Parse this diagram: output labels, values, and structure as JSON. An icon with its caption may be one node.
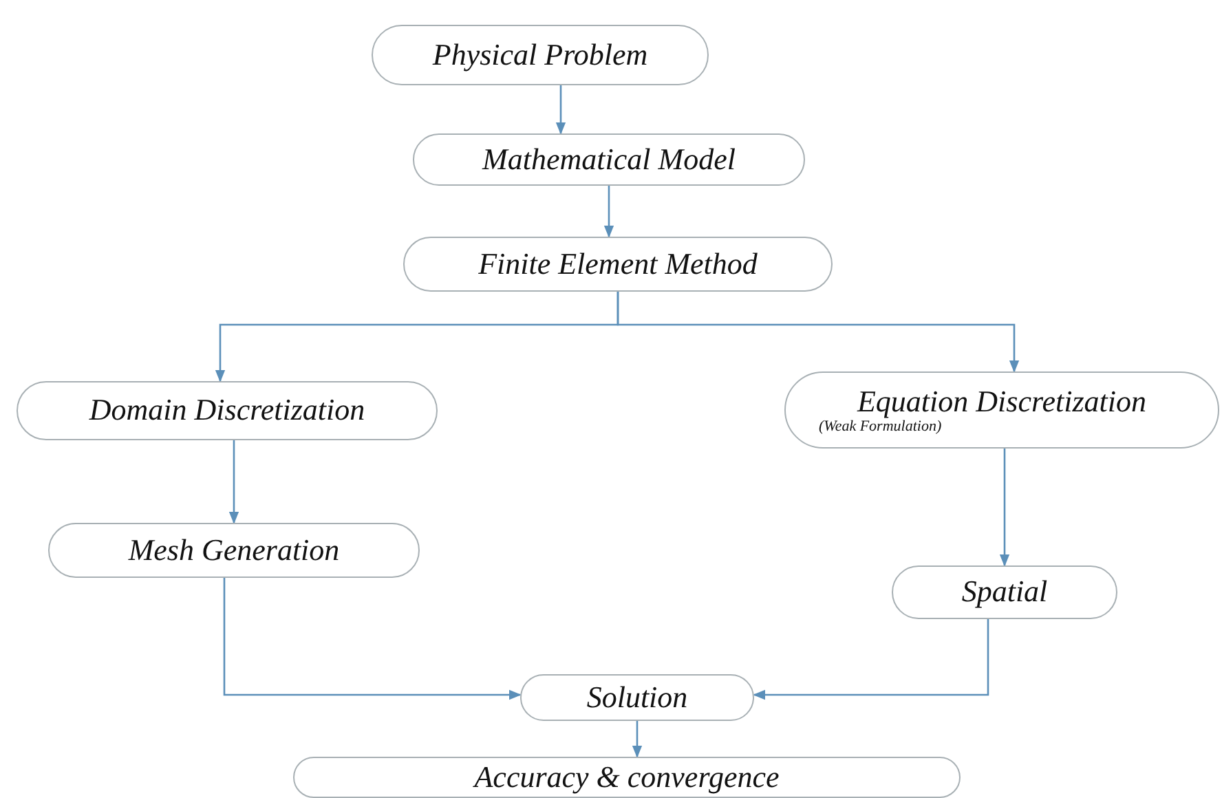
{
  "diagram": {
    "nodes": [
      {
        "text": [
          "Physical Problem"
        ]
      },
      {
        "text": [
          "Mathematical Model"
        ]
      },
      {
        "text": [
          "Finite Element Method"
        ]
      },
      {
        "text": [
          "Domain Discretization"
        ]
      },
      {
        "text": [
          "Equation Discretization",
          "(Weak Formulation)"
        ]
      },
      {
        "text": [
          "Mesh Generation"
        ]
      },
      {
        "text": [
          "Spatial"
        ]
      },
      {
        "text": [
          "Solution"
        ]
      },
      {
        "text": [
          "Accuracy & convergence"
        ]
      }
    ],
    "edges": [
      {
        "from": 0,
        "to": 1,
        "arrow": "to"
      },
      {
        "from": 1,
        "to": 2,
        "arrow": "to"
      },
      {
        "from": 2,
        "to": 3,
        "arrow": "to"
      },
      {
        "from": 2,
        "to": 4,
        "arrow": "to"
      },
      {
        "from": 3,
        "to": 5,
        "arrow": "to"
      },
      {
        "from": 4,
        "to": 6,
        "arrow": "to"
      },
      {
        "from": 5,
        "to": 7,
        "arrow": "to"
      },
      {
        "from": 6,
        "to": 7,
        "arrow": "to"
      },
      {
        "from": 7,
        "to": 8,
        "arrow": "to"
      }
    ]
  }
}
